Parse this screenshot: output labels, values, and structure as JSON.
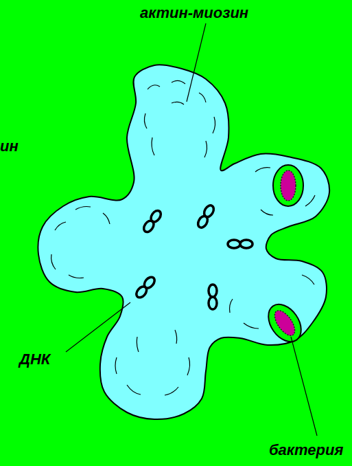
{
  "diagram": {
    "labels": [
      "актин-миозин",
      "ин",
      "ДНК",
      "бактерия"
    ]
  }
}
